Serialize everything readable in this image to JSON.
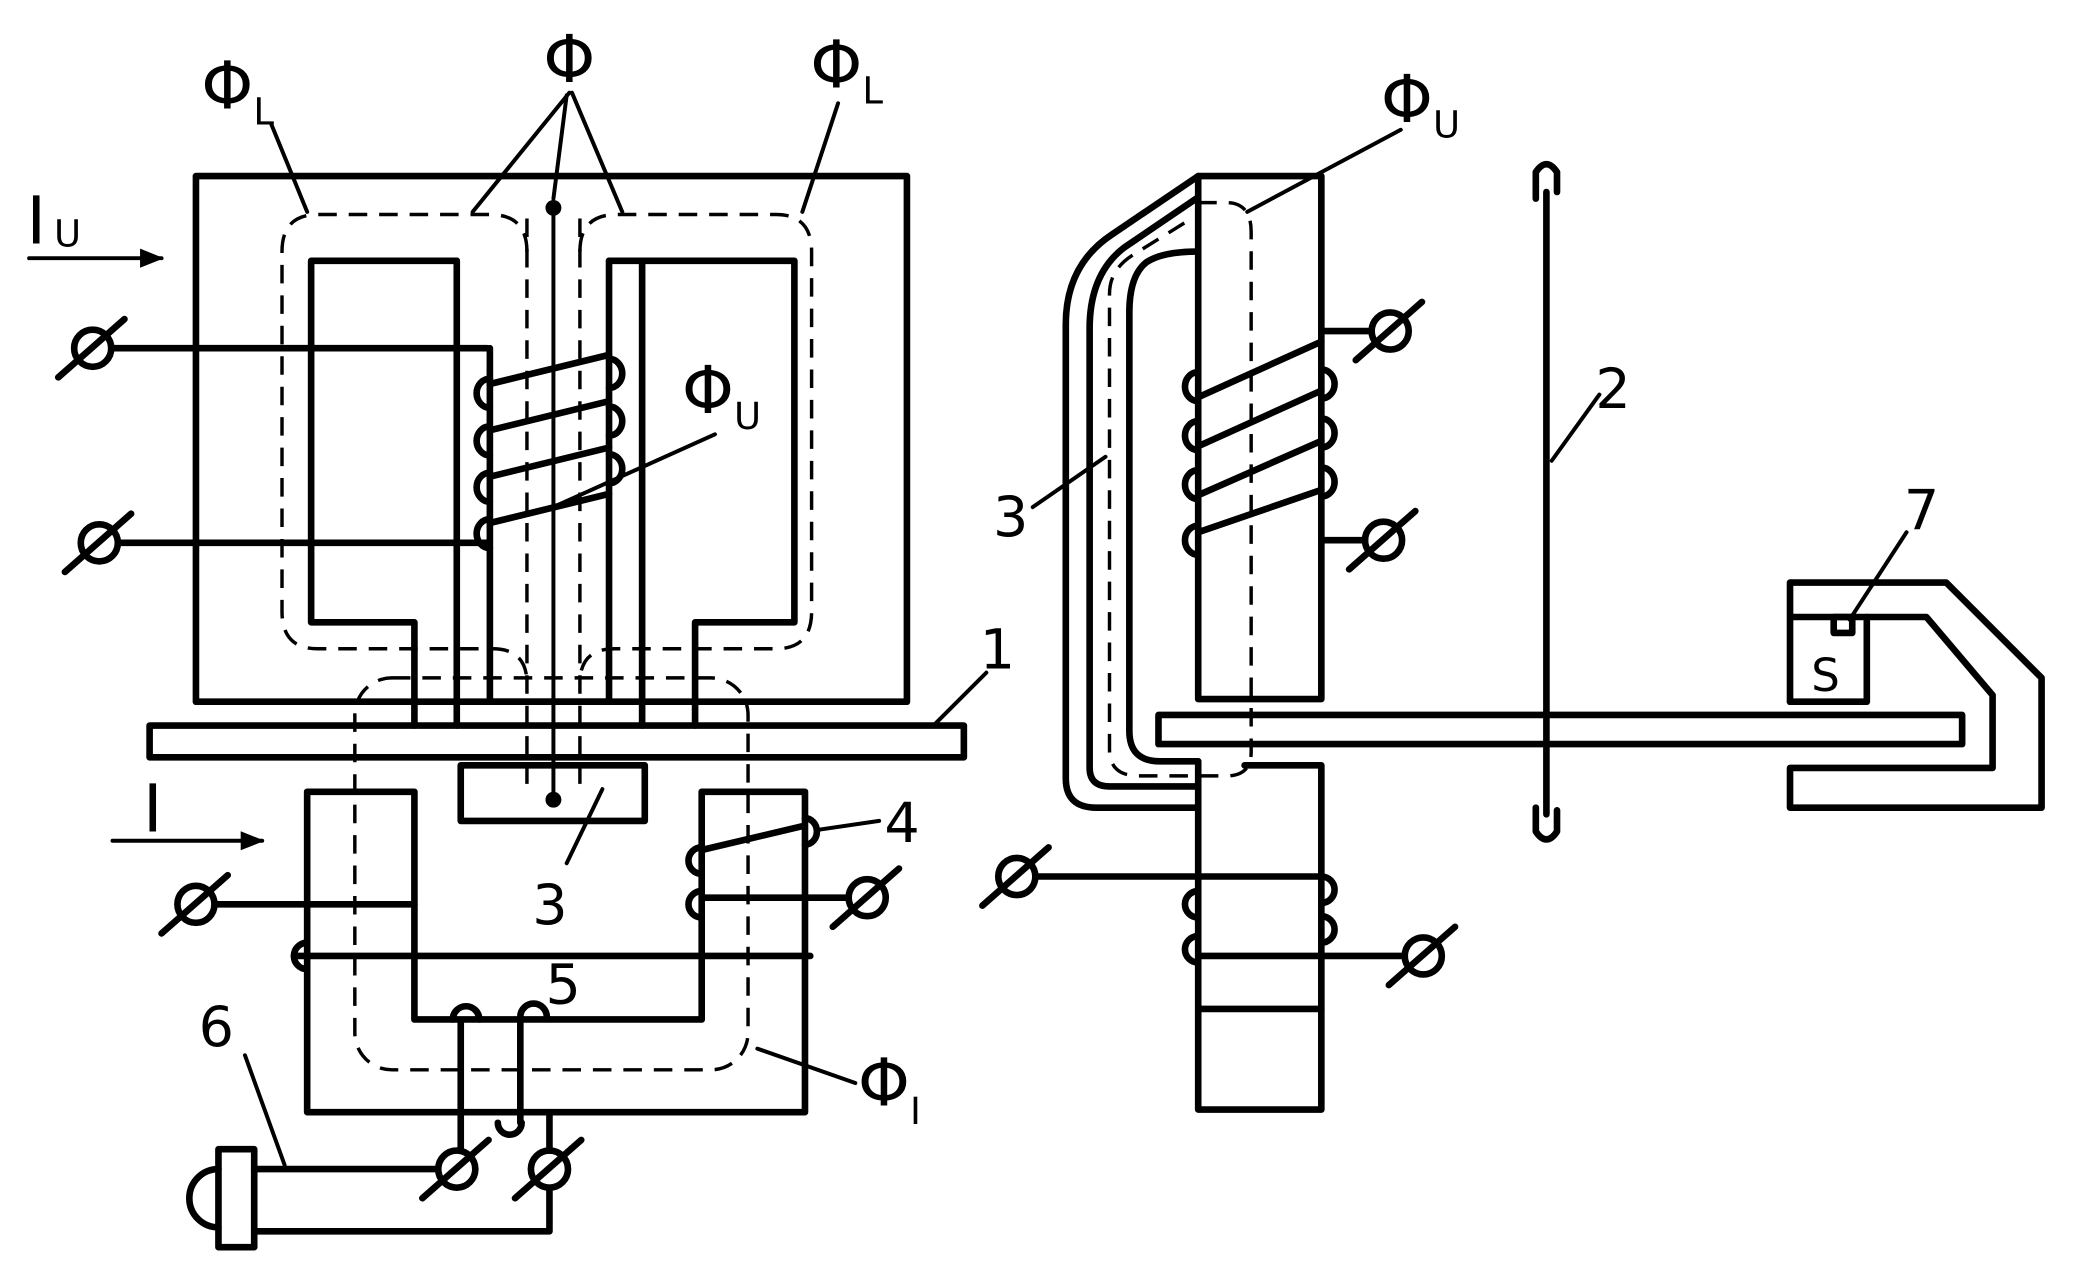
{
  "labels": {
    "flux_total": "Φ",
    "flux_leak_left": {
      "symbol": "Φ",
      "sub": "L"
    },
    "flux_leak_right": {
      "symbol": "Φ",
      "sub": "L"
    },
    "flux_voltage_front": {
      "symbol": "Φ",
      "sub": "U"
    },
    "flux_voltage_side": {
      "symbol": "Φ",
      "sub": "U"
    },
    "flux_current": {
      "symbol": "Φ",
      "sub": "I"
    },
    "current_voltage": {
      "symbol": "I",
      "sub": "U"
    },
    "current_load": "I",
    "part_1": "1",
    "part_2": "2",
    "part_3_side": "3",
    "part_3_front": "3",
    "part_4": "4",
    "part_5": "5",
    "part_6": "6",
    "part_7": "7",
    "pole": "S"
  },
  "colors": {
    "ink": "#000000",
    "paper": "#ffffff"
  }
}
